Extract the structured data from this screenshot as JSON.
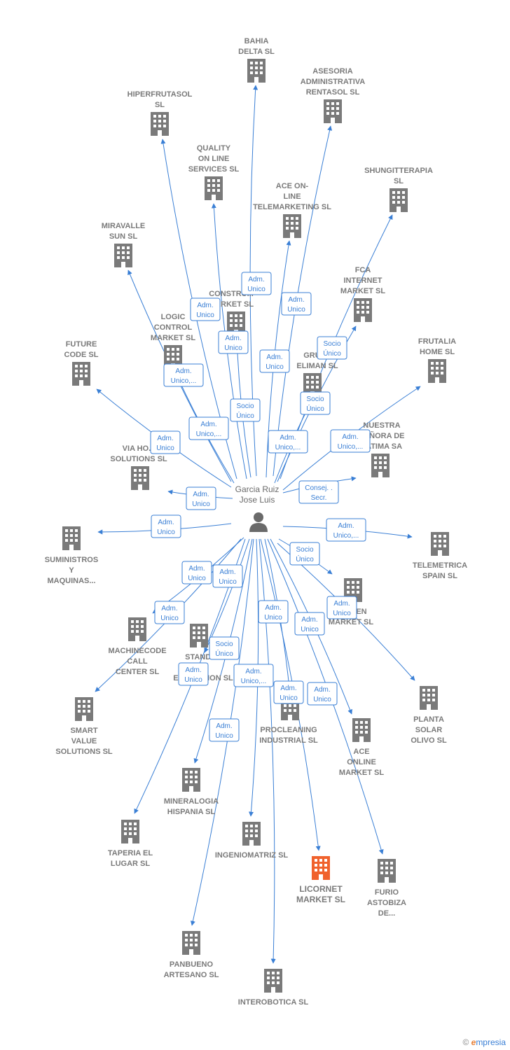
{
  "center": {
    "label": [
      "Garcia Ruiz",
      "Jose Luis"
    ]
  },
  "nodes": [
    {
      "id": "bahia",
      "label": [
        "BAHIA",
        "DELTA SL"
      ],
      "highlight": false
    },
    {
      "id": "asesoria",
      "label": [
        "ASESORIA",
        "ADMINISTRATIVA",
        "RENTASOL SL"
      ],
      "highlight": false
    },
    {
      "id": "hiperfrutasol",
      "label": [
        "HIPERFRUTASOL",
        "SL"
      ],
      "highlight": false
    },
    {
      "id": "quality",
      "label": [
        "QUALITY",
        "ON LINE",
        "SERVICES  SL"
      ],
      "highlight": false
    },
    {
      "id": "aceonline_tm",
      "label": [
        "ACE ON-",
        "LINE",
        "TELEMARKETING SL"
      ],
      "highlight": false
    },
    {
      "id": "shungitterapia",
      "label": [
        "SHUNGITTERAPIA",
        "SL"
      ],
      "highlight": false
    },
    {
      "id": "miravalle",
      "label": [
        "MIRAVALLE",
        "SUN  SL"
      ],
      "highlight": false
    },
    {
      "id": "construmarket",
      "label": [
        "CONSTRU...",
        "MARKET  SL"
      ],
      "highlight": false
    },
    {
      "id": "fca",
      "label": [
        "FCA",
        "INTERNET",
        "MARKET  SL"
      ],
      "highlight": false
    },
    {
      "id": "logic",
      "label": [
        "LOGIC",
        "CONTROL",
        "MARKET  SL"
      ],
      "highlight": false
    },
    {
      "id": "future",
      "label": [
        "FUTURE",
        "CODE  SL"
      ],
      "highlight": false
    },
    {
      "id": "grupoeliman",
      "label": [
        "GRUP...",
        "ELIMAN  SL"
      ],
      "highlight": false
    },
    {
      "id": "frutalia",
      "label": [
        "FRUTALIA",
        "HOME  SL"
      ],
      "highlight": false
    },
    {
      "id": "nuestra",
      "label": [
        "NUESTRA",
        "SEÑORA DE",
        "FATIMA SA"
      ],
      "highlight": false
    },
    {
      "id": "viaho",
      "label": [
        "VIA HO...",
        "SOLUTIONS SL"
      ],
      "highlight": false
    },
    {
      "id": "suministros",
      "label": [
        "SUMINISTROS",
        "Y",
        "MAQUINAS..."
      ],
      "highlight": false
    },
    {
      "id": "telemetrica",
      "label": [
        "TELEMETRICA",
        "SPAIN  SL"
      ],
      "highlight": false
    },
    {
      "id": "gluten",
      "label": [
        "GLUTEN",
        "MARKET  SL"
      ],
      "highlight": false
    },
    {
      "id": "machinecode",
      "label": [
        "MACHINECODE",
        "CALL",
        "CENTER  SL"
      ],
      "highlight": false
    },
    {
      "id": "standes",
      "label": [
        "STANDES",
        "ES",
        "EXPOSICION SL"
      ],
      "highlight": false
    },
    {
      "id": "planta",
      "label": [
        "PLANTA",
        "SOLAR",
        "OLIVO SL"
      ],
      "highlight": false
    },
    {
      "id": "smart",
      "label": [
        "SMART",
        "VALUE",
        "SOLUTIONS SL"
      ],
      "highlight": false
    },
    {
      "id": "procleaning",
      "label": [
        "PROCLEANING",
        "INDUSTRIAL SL"
      ],
      "highlight": false
    },
    {
      "id": "ace_market",
      "label": [
        "ACE",
        "ONLINE",
        "MARKET SL"
      ],
      "highlight": false
    },
    {
      "id": "mineralogia",
      "label": [
        "MINERALOGIA",
        "HISPANIA  SL"
      ],
      "highlight": false
    },
    {
      "id": "taperia",
      "label": [
        "TAPERIA EL",
        "LUGAR SL"
      ],
      "highlight": false
    },
    {
      "id": "ingeniomatriz",
      "label": [
        "INGENIOMATRIZ SL"
      ],
      "highlight": false
    },
    {
      "id": "licornet",
      "label": [
        "LICORNET",
        "MARKET  SL"
      ],
      "highlight": true
    },
    {
      "id": "furio",
      "label": [
        "FURIO",
        "ASTOBIZA",
        "DE..."
      ],
      "highlight": false
    },
    {
      "id": "panbueno",
      "label": [
        "PANBUENO",
        "ARTESANO  SL"
      ],
      "highlight": false
    },
    {
      "id": "interobotica",
      "label": [
        "INTEROBOTICA SL"
      ],
      "highlight": false
    }
  ],
  "badges": [
    {
      "id": "b1",
      "lines": [
        "Adm.",
        "Unico"
      ]
    },
    {
      "id": "b2",
      "lines": [
        "Adm.",
        "Unico"
      ]
    },
    {
      "id": "b3",
      "lines": [
        "Adm.",
        "Unico"
      ]
    },
    {
      "id": "b4",
      "lines": [
        "Adm.",
        "Unico"
      ]
    },
    {
      "id": "b5",
      "lines": [
        "Socio",
        "Único"
      ]
    },
    {
      "id": "b6",
      "lines": [
        "Adm.",
        "Unico"
      ]
    },
    {
      "id": "b7",
      "lines": [
        "Adm.",
        "Unico,..."
      ]
    },
    {
      "id": "b8",
      "lines": [
        "Socio",
        "Único"
      ]
    },
    {
      "id": "b9",
      "lines": [
        "Socio",
        "Único"
      ]
    },
    {
      "id": "b10",
      "lines": [
        "Adm.",
        "Unico,..."
      ]
    },
    {
      "id": "b11",
      "lines": [
        "Adm.",
        "Unico,..."
      ]
    },
    {
      "id": "b12",
      "lines": [
        "Adm.",
        "Unico"
      ]
    },
    {
      "id": "b13",
      "lines": [
        "Adm.",
        "Unico,..."
      ]
    },
    {
      "id": "b14",
      "lines": [
        "Adm.",
        "Unico"
      ]
    },
    {
      "id": "b15",
      "lines": [
        "Consej. .",
        "Secr."
      ]
    },
    {
      "id": "b16",
      "lines": [
        "Adm.",
        "Unico"
      ]
    },
    {
      "id": "b17",
      "lines": [
        "Adm.",
        "Unico,..."
      ]
    },
    {
      "id": "b18",
      "lines": [
        "Socio",
        "Único"
      ]
    },
    {
      "id": "b19",
      "lines": [
        "Adm.",
        "Unico"
      ]
    },
    {
      "id": "b20",
      "lines": [
        "Adm.",
        "Unico"
      ]
    },
    {
      "id": "b21",
      "lines": [
        "Adm.",
        "Unico"
      ]
    },
    {
      "id": "b22",
      "lines": [
        "Adm.",
        "Unico"
      ]
    },
    {
      "id": "b23",
      "lines": [
        "Adm.",
        "Unico"
      ]
    },
    {
      "id": "b24",
      "lines": [
        "Socio",
        "Único"
      ]
    },
    {
      "id": "b25",
      "lines": [
        "Adm.",
        "Unico"
      ]
    },
    {
      "id": "b26",
      "lines": [
        "Adm.",
        "Unico"
      ]
    },
    {
      "id": "b27",
      "lines": [
        "Adm.",
        "Unico,..."
      ]
    },
    {
      "id": "b28",
      "lines": [
        "Adm.",
        "Unico"
      ]
    },
    {
      "id": "b29",
      "lines": [
        "Adm.",
        "Unico"
      ]
    },
    {
      "id": "b30",
      "lines": [
        "Adm.",
        "Unico"
      ]
    }
  ],
  "footer": {
    "copyright": "©",
    "brand_initial": "e",
    "brand_rest": "mpresia"
  }
}
